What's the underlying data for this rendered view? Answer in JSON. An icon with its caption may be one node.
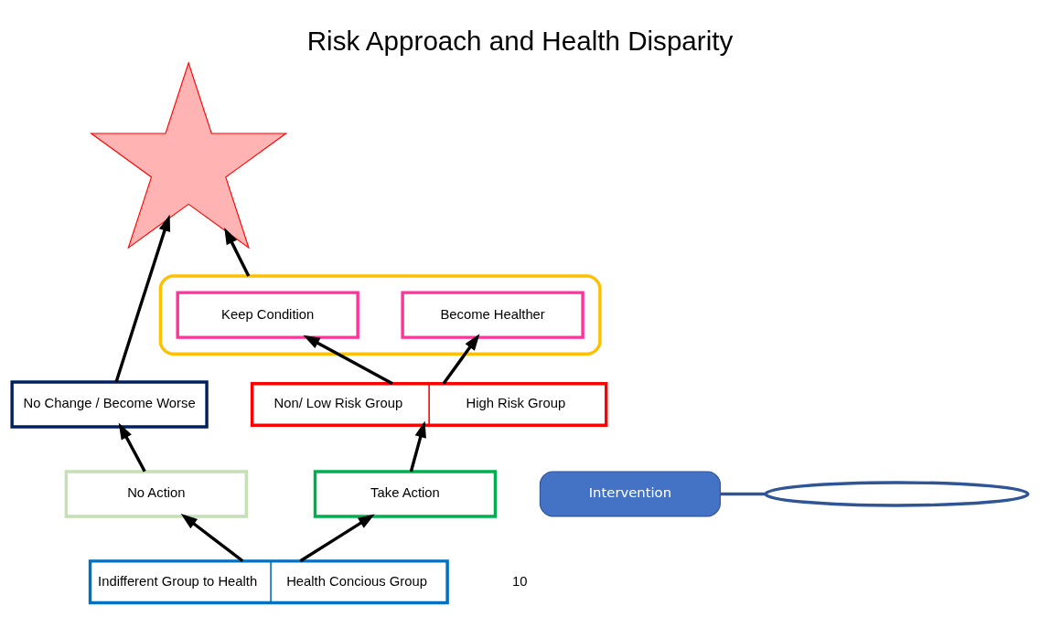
{
  "diagram": {
    "title": "Risk Approach and Health Disparity",
    "nodes": [
      {
        "text": [],
        "shape": "star"
      },
      {
        "text": [
          "No Change / Become Worse"
        ]
      },
      {
        "text": [],
        "shape": "box"
      },
      {
        "text": [
          "Keep Condition"
        ],
        "in": 2
      },
      {
        "text": [
          "Become Healther"
        ],
        "in": 2
      },
      {
        "text": [
          "Non/ Low Risk Group",
          "High Risk Group"
        ]
      },
      {
        "text": [
          "Intervention"
        ]
      },
      {
        "text": [],
        "shape": "ellipse"
      },
      {
        "text": [
          "No Action"
        ]
      },
      {
        "text": [
          "Take Action"
        ]
      },
      {
        "text": [
          "Indifferent Group to Health",
          "Health Concious Group"
        ]
      }
    ],
    "edges": [
      {
        "from": 10,
        "to": 8,
        "arrow": "to"
      },
      {
        "from": 10,
        "to": 9,
        "arrow": "to"
      },
      {
        "from": 8,
        "to": 1,
        "arrow": "to"
      },
      {
        "from": 9,
        "to": 5,
        "arrow": "to"
      },
      {
        "from": 5,
        "to": 3,
        "arrow": "to"
      },
      {
        "from": 5,
        "to": 4,
        "arrow": "to"
      },
      {
        "from": 1,
        "to": 0,
        "arrow": "to"
      },
      {
        "from": 2,
        "to": 0,
        "arrow": "to"
      },
      {
        "from": 6,
        "to": 7,
        "arrow": "none",
        "color": "#2f5597"
      }
    ],
    "labels": [
      "10"
    ]
  }
}
